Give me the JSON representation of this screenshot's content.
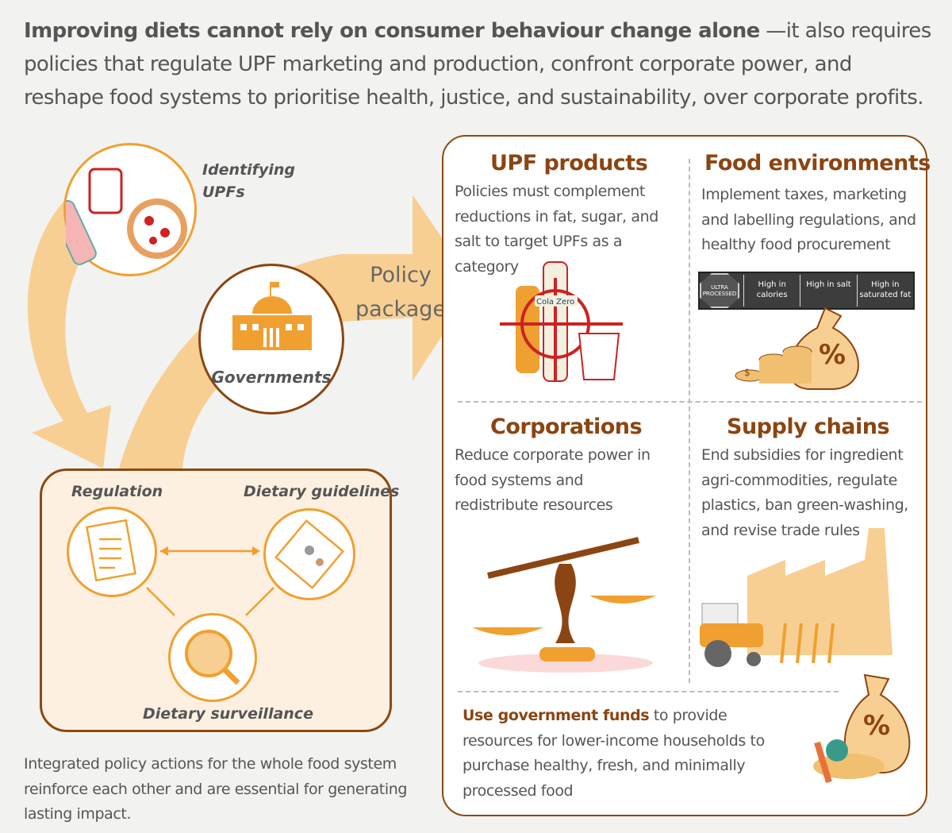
{
  "intro": {
    "bold": "Improving diets cannot rely on consumer behaviour change alone",
    "rest": " —it also requires policies that regulate UPF marketing and production, confront corporate power, and reshape food systems to prioritise health, justice, and sustainability, over corporate profits."
  },
  "left": {
    "identifying": "Identifying UPFs",
    "governments": "Governments",
    "policy_package": "Policy package",
    "regulation": "Regulation",
    "dietary_guidelines": "Dietary guidelines",
    "dietary_surveillance": "Dietary surveillance",
    "caption": "Integrated policy actions for the whole food system reinforce each other and are essential for generating lasting impact."
  },
  "panel": {
    "upf": {
      "title": "UPF products",
      "text": "Policies must complement reductions in fat, sugar, and salt to target UPFs as a category"
    },
    "food_env": {
      "title": "Food environments",
      "text": "Implement taxes, marketing and labelling regulations, and healthy food procurement"
    },
    "label": {
      "badge": "ULTRA PROCESSED",
      "items": [
        "High in calories",
        "High in salt",
        "High in saturated fat"
      ]
    },
    "corporations": {
      "title": "Corporations",
      "text": "Reduce corporate power in food systems and redistribute resources"
    },
    "supply": {
      "title": "Supply chains",
      "text": "End subsidies for ingredient agri-commodities, regulate plastics, ban green-washing, and revise trade rules"
    },
    "funds": {
      "bold": "Use government funds",
      "text": " to provide resources for lower-income households to purchase healthy, fresh, and minimally processed food"
    },
    "bottle_text": "Cola Zero",
    "percent": "%",
    "dollar": "$"
  },
  "colors": {
    "brown": "#8b4512",
    "orange": "#f0a030",
    "peach": "#f8cf92"
  }
}
